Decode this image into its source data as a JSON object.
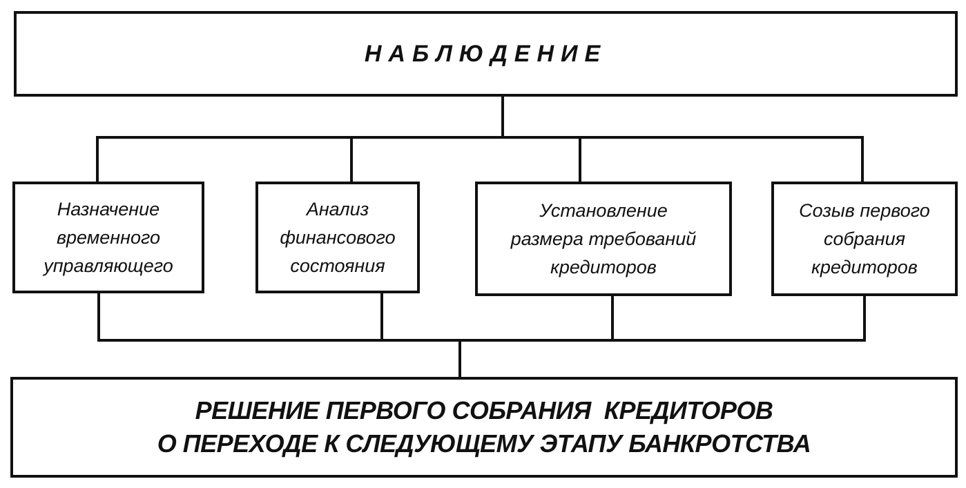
{
  "top": {
    "title": "НАБЛЮДЕНИЕ"
  },
  "steps": [
    {
      "lines": [
        "Назначение",
        "временного",
        "управляющего"
      ]
    },
    {
      "lines": [
        "Анализ",
        "финансового",
        "состояния"
      ]
    },
    {
      "lines": [
        "Установление",
        "размера требований",
        "кредиторов"
      ]
    },
    {
      "lines": [
        "Созыв первого",
        "собрания",
        "кредиторов"
      ]
    }
  ],
  "bottom": {
    "line1": "РЕШЕНИЕ ПЕРВОГО СОБРАНИЯ  КРЕДИТОРОВ",
    "line2": "О ПЕРЕХОДЕ К СЛЕДУЮЩЕМУ ЭТАПУ БАНКРОТСТВА"
  }
}
